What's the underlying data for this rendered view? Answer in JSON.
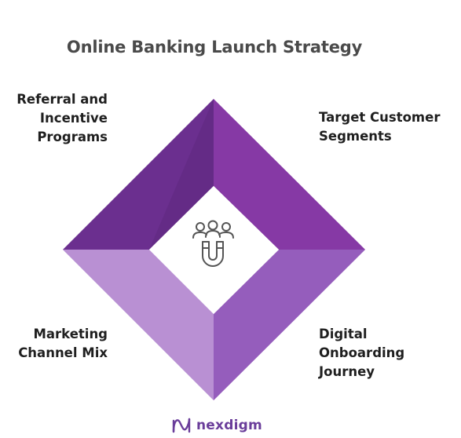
{
  "title": "Online Banking Launch Strategy",
  "segments": {
    "top_left": "Referral and\nIncentive\nPrograms",
    "top_right": "Target Customer\nSegments",
    "bottom_left": "Marketing\nChannel Mix",
    "bottom_right": "Digital\nOnboarding\nJourney"
  },
  "center_icon": "people-magnet-icon",
  "logo": {
    "text": "nexdigm",
    "icon": "nexdigm-logo-icon"
  },
  "colors": {
    "top_left": "#6b2f8f",
    "top_right": "#8a3ca8",
    "bottom_left": "#b48ad0",
    "bottom_right": "#9a62c0",
    "inner_tl": "#5c2779",
    "inner_tr": "#7a3499",
    "inner_bl": "#c7a5de",
    "inner_br": "#8e55b4",
    "title": "#4a4a4a",
    "logo": "#6a3d9a"
  }
}
